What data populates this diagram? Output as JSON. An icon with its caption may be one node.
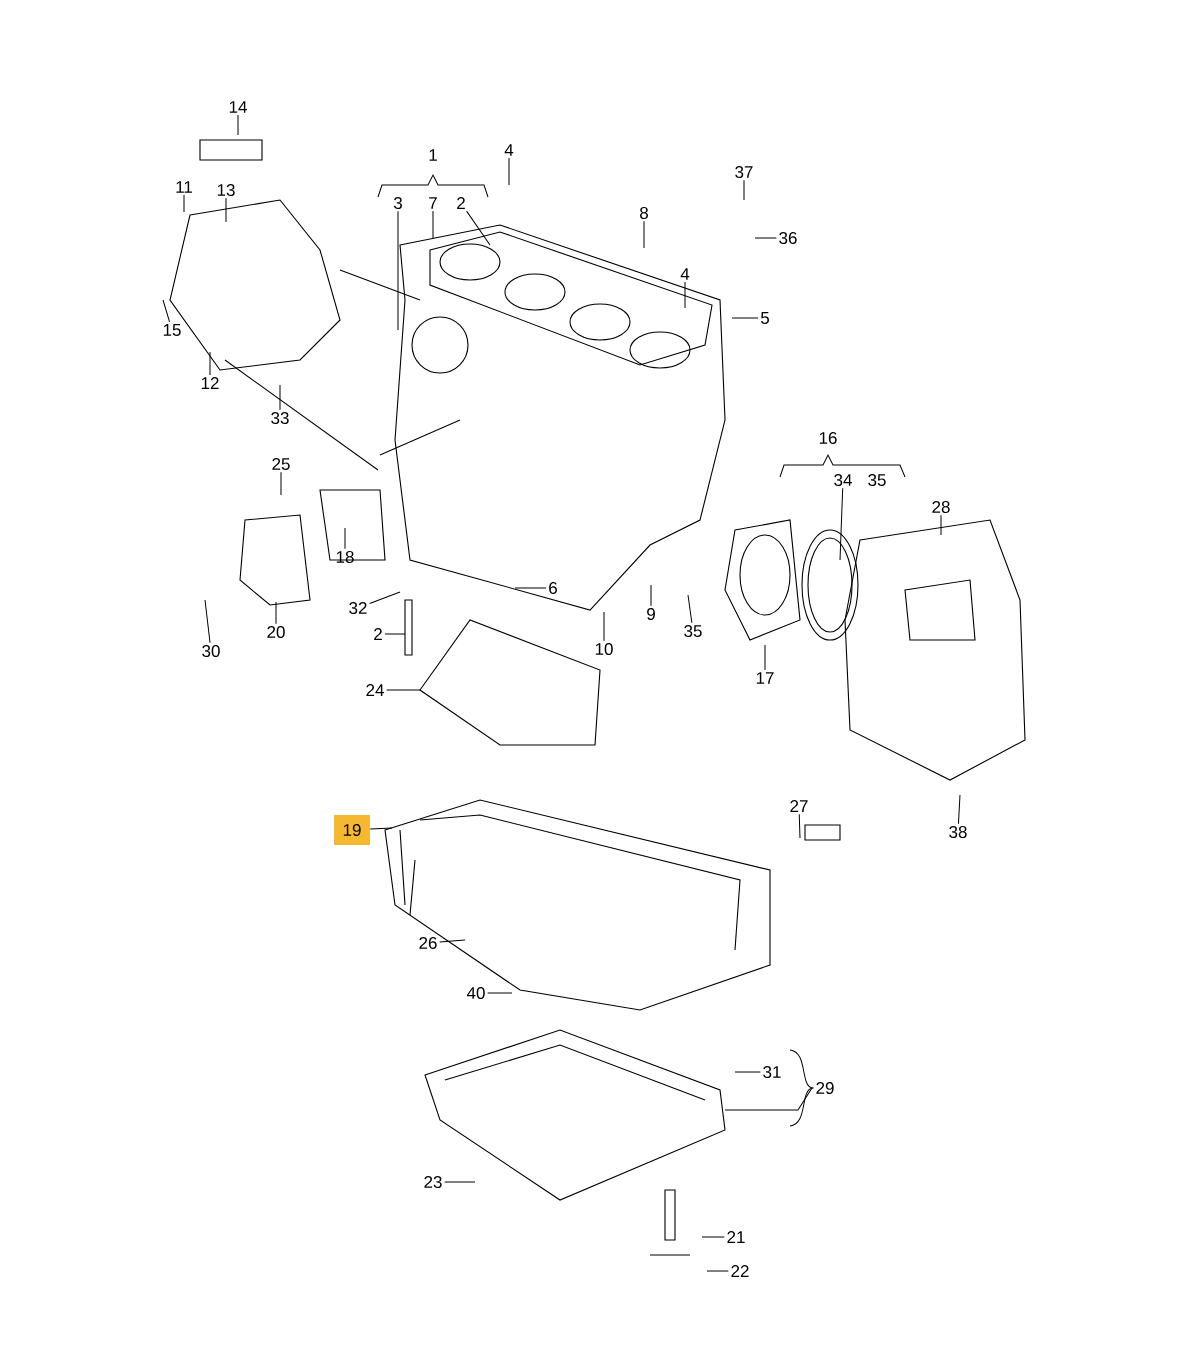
{
  "diagram": {
    "nodes": [
      {
        "text": [
          "14"
        ]
      },
      {
        "text": [
          "1"
        ]
      },
      {
        "text": [
          "4"
        ]
      },
      {
        "text": [
          "11"
        ]
      },
      {
        "text": [
          "13"
        ]
      },
      {
        "text": [
          "37"
        ]
      },
      {
        "text": [
          "3"
        ]
      },
      {
        "text": [
          "7"
        ]
      },
      {
        "text": [
          "2"
        ]
      },
      {
        "text": [
          "8"
        ]
      },
      {
        "text": [
          "36"
        ]
      },
      {
        "text": [
          "4"
        ]
      },
      {
        "text": [
          "15"
        ]
      },
      {
        "text": [
          "5"
        ]
      },
      {
        "text": [
          "12"
        ]
      },
      {
        "text": [
          "33"
        ]
      },
      {
        "text": [
          "16"
        ]
      },
      {
        "text": [
          "25"
        ]
      },
      {
        "text": [
          "34"
        ]
      },
      {
        "text": [
          "35"
        ]
      },
      {
        "text": [
          "28"
        ]
      },
      {
        "text": [
          "18"
        ]
      },
      {
        "text": [
          "6"
        ]
      },
      {
        "text": [
          "32"
        ]
      },
      {
        "text": [
          "9"
        ]
      },
      {
        "text": [
          "35"
        ]
      },
      {
        "text": [
          "20"
        ]
      },
      {
        "text": [
          "2"
        ]
      },
      {
        "text": [
          "10"
        ]
      },
      {
        "text": [
          "30"
        ]
      },
      {
        "text": [
          "17"
        ]
      },
      {
        "text": [
          "24"
        ]
      },
      {
        "text": [
          "27"
        ]
      },
      {
        "text": [
          "38"
        ]
      },
      {
        "text": [
          "19"
        ]
      },
      {
        "text": [
          "26"
        ]
      },
      {
        "text": [
          "40"
        ]
      },
      {
        "text": [
          "31"
        ]
      },
      {
        "text": [
          "29"
        ]
      },
      {
        "text": [
          "23"
        ]
      },
      {
        "text": [
          "21"
        ]
      },
      {
        "text": [
          "22"
        ]
      }
    ],
    "edges": [
      {
        "from": 0,
        "to": null,
        "arrow": "none"
      },
      {
        "from": 2,
        "to": null,
        "arrow": "none"
      },
      {
        "from": 3,
        "to": null,
        "arrow": "none"
      },
      {
        "from": 4,
        "to": null,
        "arrow": "none"
      },
      {
        "from": 5,
        "to": null,
        "arrow": "none"
      },
      {
        "from": 6,
        "to": null,
        "arrow": "none"
      },
      {
        "from": 7,
        "to": null,
        "arrow": "none"
      },
      {
        "from": 8,
        "to": null,
        "arrow": "none"
      },
      {
        "from": 9,
        "to": null,
        "arrow": "none"
      },
      {
        "from": 10,
        "to": null,
        "arrow": "none"
      },
      {
        "from": 11,
        "to": null,
        "arrow": "none"
      },
      {
        "from": 12,
        "to": null,
        "arrow": "none"
      },
      {
        "from": 13,
        "to": null,
        "arrow": "none"
      },
      {
        "from": 14,
        "to": null,
        "arrow": "none"
      },
      {
        "from": 15,
        "to": null,
        "arrow": "none"
      },
      {
        "from": 17,
        "to": null,
        "arrow": "none"
      },
      {
        "from": 18,
        "to": null,
        "arrow": "none"
      },
      {
        "from": 20,
        "to": null,
        "arrow": "none"
      },
      {
        "from": 21,
        "to": null,
        "arrow": "none"
      },
      {
        "from": 22,
        "to": null,
        "arrow": "none"
      },
      {
        "from": 23,
        "to": null,
        "arrow": "none"
      },
      {
        "from": 24,
        "to": null,
        "arrow": "none"
      },
      {
        "from": 25,
        "to": null,
        "arrow": "none"
      },
      {
        "from": 26,
        "to": null,
        "arrow": "none"
      },
      {
        "from": 27,
        "to": null,
        "arrow": "none"
      },
      {
        "from": 28,
        "to": null,
        "arrow": "none"
      },
      {
        "from": 29,
        "to": null,
        "arrow": "none"
      },
      {
        "from": 30,
        "to": null,
        "arrow": "none"
      },
      {
        "from": 31,
        "to": null,
        "arrow": "none"
      },
      {
        "from": 32,
        "to": null,
        "arrow": "none"
      },
      {
        "from": 33,
        "to": null,
        "arrow": "none"
      },
      {
        "from": 34,
        "to": null,
        "arrow": "none"
      },
      {
        "from": 35,
        "to": null,
        "arrow": "none"
      },
      {
        "from": 36,
        "to": null,
        "arrow": "none"
      },
      {
        "from": 37,
        "to": null,
        "arrow": "none"
      },
      {
        "from": 38,
        "to": null,
        "arrow": "none"
      },
      {
        "from": 39,
        "to": null,
        "arrow": "none"
      },
      {
        "from": 40,
        "to": null,
        "arrow": "none"
      },
      {
        "from": 41,
        "to": null,
        "arrow": "none"
      }
    ]
  }
}
